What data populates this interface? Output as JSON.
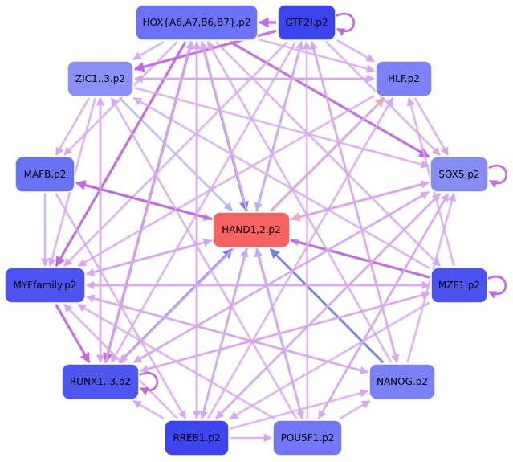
{
  "diagram": {
    "type": "network",
    "colors": {
      "activation": "#d9a6f2",
      "strong_activation": "#c266e6",
      "repression": "#aab6f2",
      "strong_repression": "#7080e8",
      "target_edge": "#f7b0a0",
      "target_node": "#f56363"
    },
    "nodes": [
      {
        "id": "hox",
        "label": "HOX{A6,A7,B6,B7}.p2",
        "color": "#6b72f5"
      },
      {
        "id": "gtf2i",
        "label": "GTF2I.p2",
        "color": "#3b44ee"
      },
      {
        "id": "zic",
        "label": "ZIC1..3.p2",
        "color": "#8a90f6"
      },
      {
        "id": "hlf",
        "label": "HLF.p2",
        "color": "#7c82f6"
      },
      {
        "id": "mafb",
        "label": "MAFB.p2",
        "color": "#6a72f4"
      },
      {
        "id": "sox5",
        "label": "SOX5.p2",
        "color": "#868cf6"
      },
      {
        "id": "hand",
        "label": "HAND1,2.p2",
        "color": "#f56363"
      },
      {
        "id": "myf",
        "label": "MYFfamily.p2",
        "color": "#4b53f0"
      },
      {
        "id": "mzf1",
        "label": "MZF1.p2",
        "color": "#4a52f0"
      },
      {
        "id": "runx",
        "label": "RUNX1..3.p2",
        "color": "#4e56f0"
      },
      {
        "id": "nanog",
        "label": "NANOG.p2",
        "color": "#7a80f5"
      },
      {
        "id": "rreb1",
        "label": "RREB1.p2",
        "color": "#3d46ee"
      },
      {
        "id": "pou5f1",
        "label": "POU5F1.p2",
        "color": "#7278f5"
      }
    ],
    "edges": [
      {
        "from": "zic",
        "to": "hand",
        "kind": "repression"
      },
      {
        "from": "hox",
        "to": "hand",
        "kind": "strong_repression"
      },
      {
        "from": "gtf2i",
        "to": "hand",
        "kind": "repression"
      },
      {
        "from": "mafb",
        "to": "hand",
        "kind": "repression"
      },
      {
        "from": "myf",
        "to": "hand",
        "kind": "repression"
      },
      {
        "from": "runx",
        "to": "hand",
        "kind": "strong_repression"
      },
      {
        "from": "rreb1",
        "to": "hand",
        "kind": "repression"
      },
      {
        "from": "pou5f1",
        "to": "hand",
        "kind": "repression"
      },
      {
        "from": "nanog",
        "to": "hand",
        "kind": "strong_repression"
      },
      {
        "from": "mzf1",
        "to": "hand",
        "kind": "repression"
      },
      {
        "from": "sox5",
        "to": "hand",
        "kind": "repression"
      },
      {
        "from": "hand",
        "to": "hlf",
        "kind": "target_edge"
      },
      {
        "from": "sox5",
        "to": "hand",
        "kind": "target_edge"
      },
      {
        "from": "gtf2i",
        "to": "hox",
        "kind": "strong_activation"
      },
      {
        "from": "hox",
        "to": "zic",
        "kind": "activation"
      },
      {
        "from": "hox",
        "to": "hlf",
        "kind": "activation"
      },
      {
        "from": "hox",
        "to": "sox5",
        "kind": "strong_activation"
      },
      {
        "from": "hox",
        "to": "mafb",
        "kind": "activation"
      },
      {
        "from": "hox",
        "to": "myf",
        "kind": "strong_activation"
      },
      {
        "from": "hox",
        "to": "runx",
        "kind": "strong_activation"
      },
      {
        "from": "hox",
        "to": "rreb1",
        "kind": "activation"
      },
      {
        "from": "hox",
        "to": "pou5f1",
        "kind": "activation"
      },
      {
        "from": "hox",
        "to": "mzf1",
        "kind": "activation"
      },
      {
        "from": "gtf2i",
        "to": "zic",
        "kind": "strong_activation"
      },
      {
        "from": "gtf2i",
        "to": "hlf",
        "kind": "activation"
      },
      {
        "from": "gtf2i",
        "to": "sox5",
        "kind": "activation"
      },
      {
        "from": "gtf2i",
        "to": "myf",
        "kind": "activation"
      },
      {
        "from": "gtf2i",
        "to": "runx",
        "kind": "activation"
      },
      {
        "from": "gtf2i",
        "to": "rreb1",
        "kind": "repression"
      },
      {
        "from": "gtf2i",
        "to": "nanog",
        "kind": "activation"
      },
      {
        "from": "zic",
        "to": "hlf",
        "kind": "activation"
      },
      {
        "from": "zic",
        "to": "mafb",
        "kind": "activation"
      },
      {
        "from": "zic",
        "to": "myf",
        "kind": "activation"
      },
      {
        "from": "zic",
        "to": "runx",
        "kind": "activation"
      },
      {
        "from": "zic",
        "to": "sox5",
        "kind": "activation"
      },
      {
        "from": "hlf",
        "to": "myf",
        "kind": "activation"
      },
      {
        "from": "hlf",
        "to": "runx",
        "kind": "activation"
      },
      {
        "from": "hlf",
        "to": "sox5",
        "kind": "activation"
      },
      {
        "from": "mafb",
        "to": "myf",
        "kind": "activation"
      },
      {
        "from": "mafb",
        "to": "rreb1",
        "kind": "activation"
      },
      {
        "from": "mzf1",
        "to": "mafb",
        "kind": "strong_activation"
      },
      {
        "from": "mzf1",
        "to": "myf",
        "kind": "activation"
      },
      {
        "from": "mzf1",
        "to": "runx",
        "kind": "activation"
      },
      {
        "from": "mzf1",
        "to": "rreb1",
        "kind": "activation"
      },
      {
        "from": "mzf1",
        "to": "zic",
        "kind": "activation"
      },
      {
        "from": "mzf1",
        "to": "hlf",
        "kind": "activation"
      },
      {
        "from": "sox5",
        "to": "myf",
        "kind": "activation"
      },
      {
        "from": "sox5",
        "to": "runx",
        "kind": "activation"
      },
      {
        "from": "sox5",
        "to": "rreb1",
        "kind": "activation"
      },
      {
        "from": "sox5",
        "to": "pou5f1",
        "kind": "activation"
      },
      {
        "from": "myf",
        "to": "runx",
        "kind": "strong_activation"
      },
      {
        "from": "myf",
        "to": "sox5",
        "kind": "activation"
      },
      {
        "from": "myf",
        "to": "mzf1",
        "kind": "activation"
      },
      {
        "from": "myf",
        "to": "nanog",
        "kind": "activation"
      },
      {
        "from": "runx",
        "to": "zic",
        "kind": "activation"
      },
      {
        "from": "runx",
        "to": "hox",
        "kind": "activation"
      },
      {
        "from": "runx",
        "to": "sox5",
        "kind": "activation"
      },
      {
        "from": "runx",
        "to": "mzf1",
        "kind": "activation"
      },
      {
        "from": "rreb1",
        "to": "runx",
        "kind": "activation"
      },
      {
        "from": "rreb1",
        "to": "pou5f1",
        "kind": "activation"
      },
      {
        "from": "rreb1",
        "to": "hox",
        "kind": "activation"
      },
      {
        "from": "rreb1",
        "to": "gtf2i",
        "kind": "activation"
      },
      {
        "from": "rreb1",
        "to": "myf",
        "kind": "activation"
      },
      {
        "from": "rreb1",
        "to": "sox5",
        "kind": "activation"
      },
      {
        "from": "rreb1",
        "to": "hlf",
        "kind": "activation"
      },
      {
        "from": "rreb1",
        "to": "nanog",
        "kind": "activation"
      },
      {
        "from": "pou5f1",
        "to": "hox",
        "kind": "activation"
      },
      {
        "from": "pou5f1",
        "to": "gtf2i",
        "kind": "activation"
      },
      {
        "from": "pou5f1",
        "to": "nanog",
        "kind": "activation"
      },
      {
        "from": "pou5f1",
        "to": "zic",
        "kind": "activation"
      },
      {
        "from": "pou5f1",
        "to": "sox5",
        "kind": "activation"
      },
      {
        "from": "pou5f1",
        "to": "myf",
        "kind": "activation"
      },
      {
        "from": "nanog",
        "to": "hox",
        "kind": "activation"
      },
      {
        "from": "nanog",
        "to": "myf",
        "kind": "activation"
      },
      {
        "from": "nanog",
        "to": "sox5",
        "kind": "activation"
      },
      {
        "from": "nanog",
        "to": "gtf2i",
        "kind": "activation"
      },
      {
        "from": "hlf",
        "to": "zic",
        "kind": "activation"
      }
    ],
    "self_loops": [
      "gtf2i",
      "sox5",
      "mzf1",
      "runx"
    ]
  }
}
